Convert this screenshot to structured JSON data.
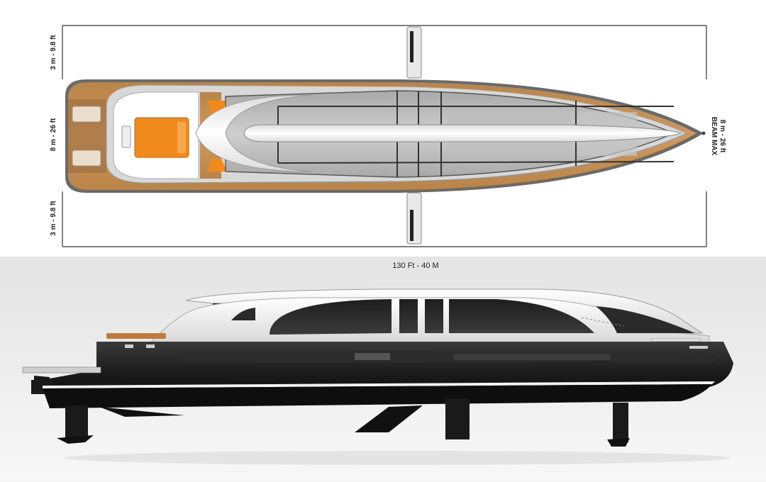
{
  "dimensions": {
    "side_clearance_top": "3 m - 9.8 ft",
    "beam": "8 m - 26 ft",
    "side_clearance_bottom": "3 m - 9.8 ft",
    "beam_max_title": "BEAM MAX",
    "beam_max_value": "8 m - 26 ft",
    "length": "130 Ft - 40 M"
  },
  "colors": {
    "teak": "#c8935a",
    "hull_black": "#1b1b1b",
    "superstructure_white": "#f2f2f2",
    "cushion_orange": "#f08a1c"
  }
}
